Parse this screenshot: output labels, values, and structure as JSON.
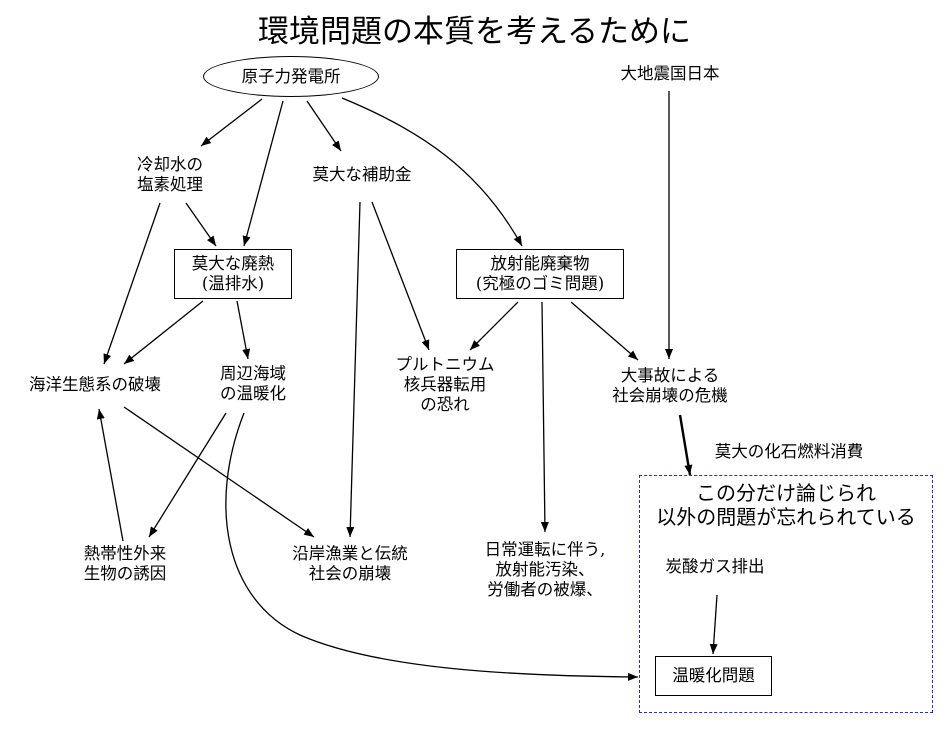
{
  "title": "環境問題の本質を考えるために",
  "nodes": {
    "nuclear_plant": "原子力発電所",
    "earthquake_country": "大地震国日本",
    "chlorine": [
      "冷却水の",
      "塩素処理"
    ],
    "subsidy": "莫大な補助金",
    "waste_heat": [
      "莫大な廃熱",
      "(温排水)"
    ],
    "radioactive_waste": [
      "放射能廃棄物",
      "(究極のゴミ問題)"
    ],
    "marine_ecosystem": "海洋生態系の破壊",
    "local_warming": [
      "周辺海域",
      "の温暖化"
    ],
    "plutonium": [
      "プルトニウム",
      "核兵器転用",
      "の恐れ"
    ],
    "social_collapse": [
      "大事故による",
      "社会崩壊の危機"
    ],
    "tropical_species": [
      "熱帯性外来",
      "生物の誘因"
    ],
    "coastal_fishing": [
      "沿岸漁業と伝統",
      "社会の崩壊"
    ],
    "daily_operation": [
      "日常運転に伴う,",
      "放射能汚染、",
      "労働者の被爆、"
    ],
    "fossil_fuel": "莫大の化石燃料消費",
    "group_caption": [
      "この分だけ論じられ",
      "以外の問題が忘れられている"
    ],
    "co2_emission": "炭酸ガス排出",
    "global_warming": "温暖化問題"
  },
  "colors": {
    "line": "#000000",
    "group_border": "#2a2ad0"
  }
}
